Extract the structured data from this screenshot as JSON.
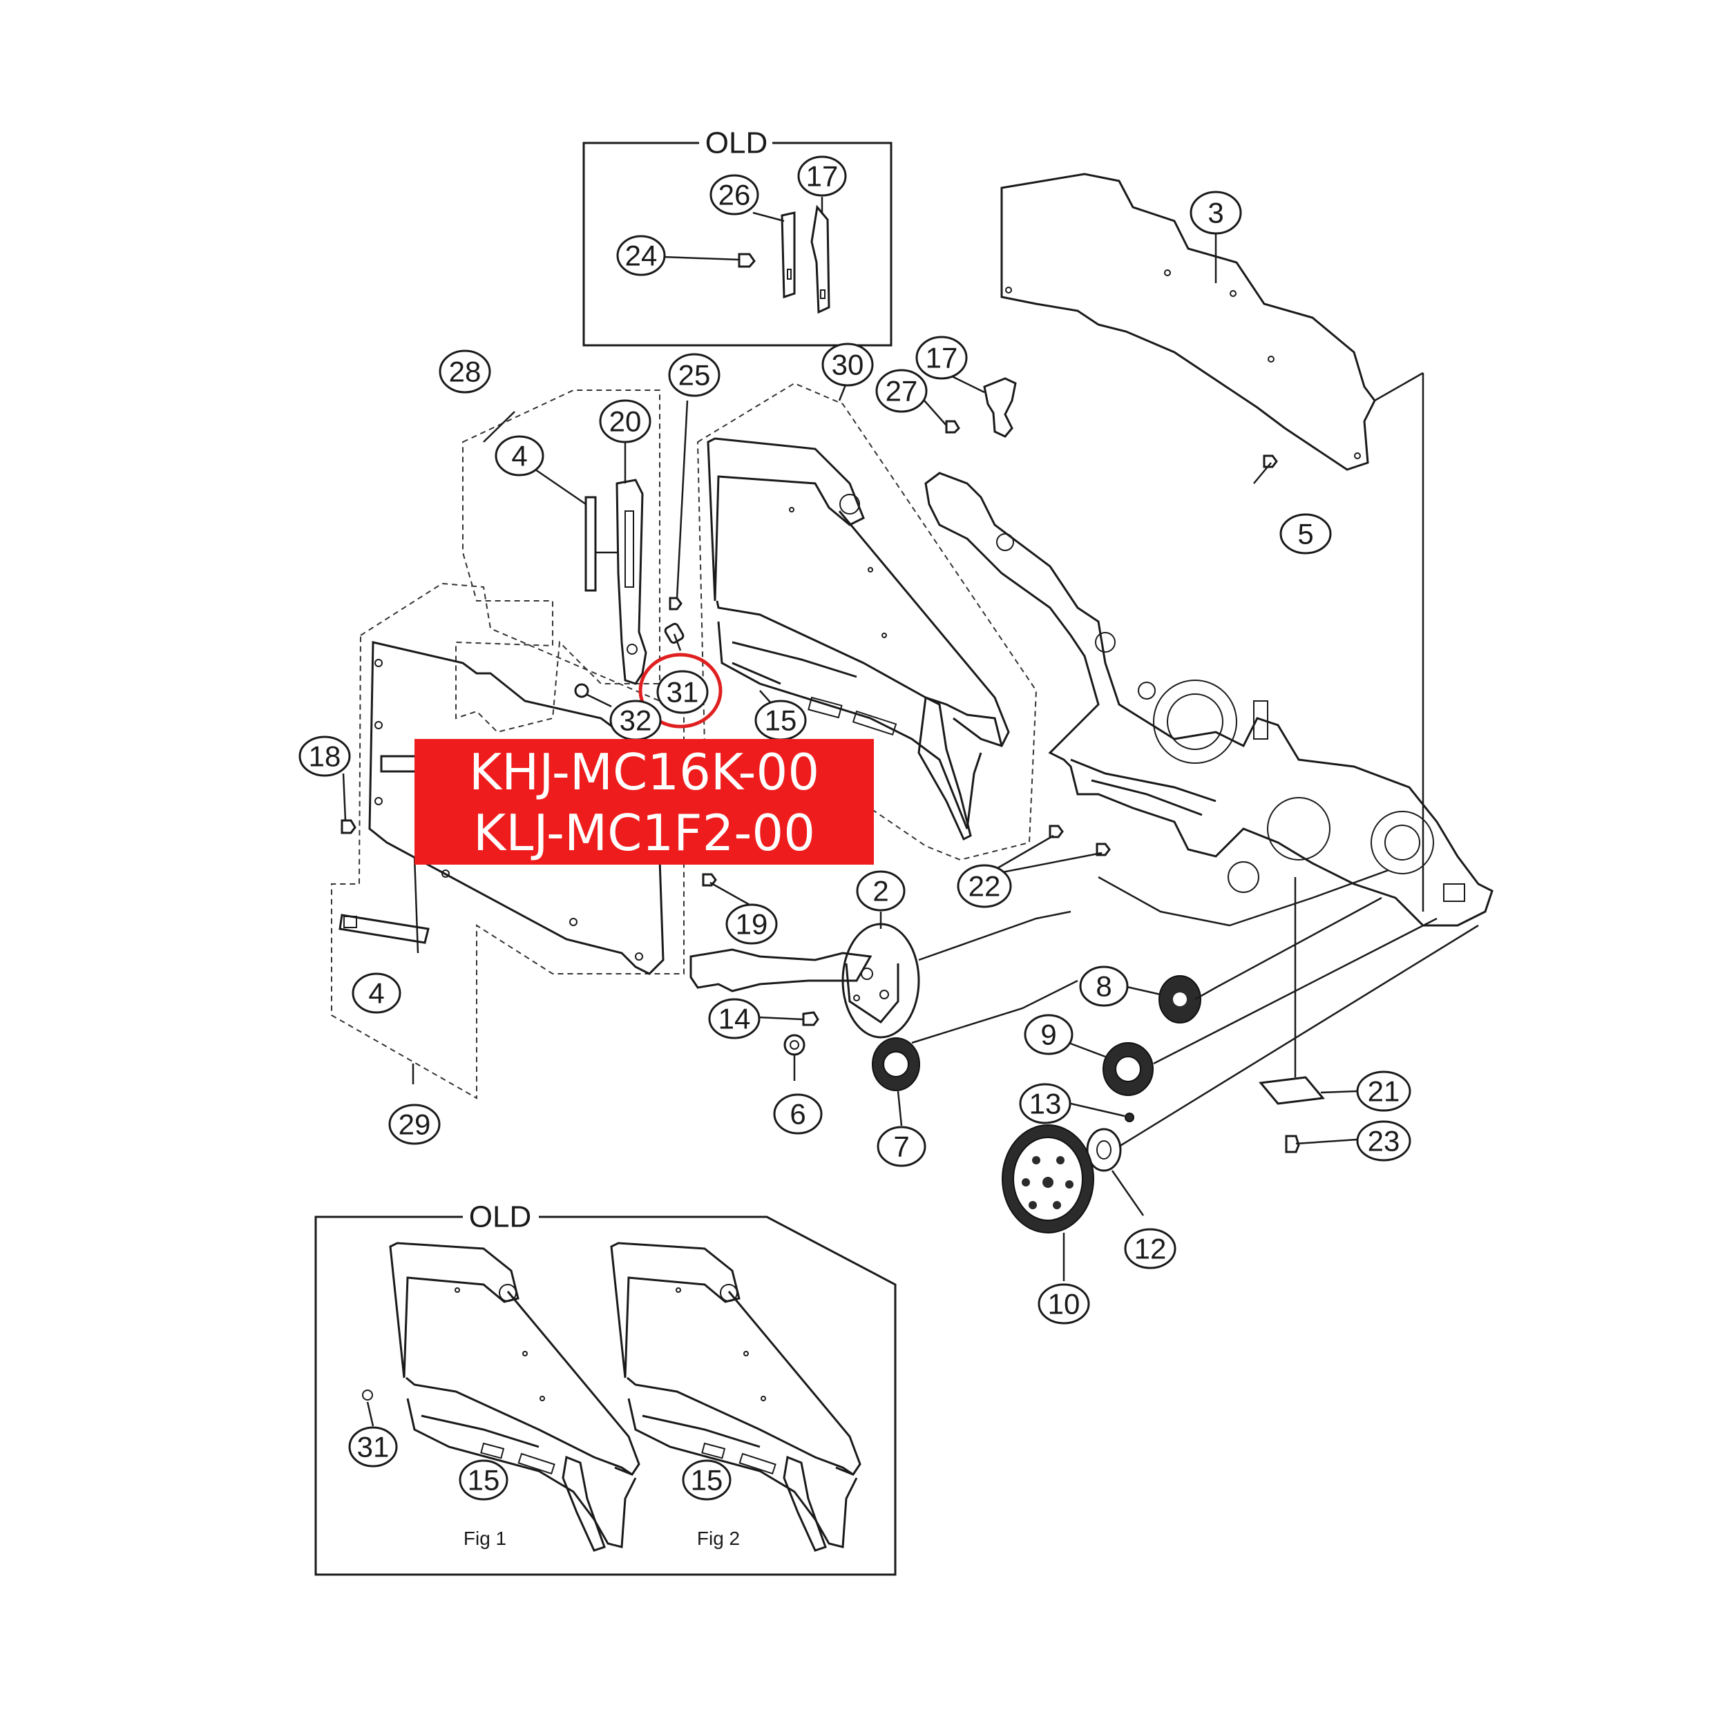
{
  "callouts": [
    {
      "id": "c17-old",
      "label": "17"
    },
    {
      "id": "c26",
      "label": "26"
    },
    {
      "id": "c24",
      "label": "24"
    },
    {
      "id": "c3",
      "label": "3"
    },
    {
      "id": "c28",
      "label": "28"
    },
    {
      "id": "c25",
      "label": "25"
    },
    {
      "id": "c30",
      "label": "30"
    },
    {
      "id": "c17",
      "label": "17"
    },
    {
      "id": "c27",
      "label": "27"
    },
    {
      "id": "c20",
      "label": "20"
    },
    {
      "id": "c4-top",
      "label": "4"
    },
    {
      "id": "c5",
      "label": "5"
    },
    {
      "id": "c31",
      "label": "31"
    },
    {
      "id": "c32",
      "label": "32"
    },
    {
      "id": "c15",
      "label": "15"
    },
    {
      "id": "c18",
      "label": "18"
    },
    {
      "id": "c22",
      "label": "22"
    },
    {
      "id": "c2",
      "label": "2"
    },
    {
      "id": "c19",
      "label": "19"
    },
    {
      "id": "c4-bottom",
      "label": "4"
    },
    {
      "id": "c8",
      "label": "8"
    },
    {
      "id": "c14",
      "label": "14"
    },
    {
      "id": "c9",
      "label": "9"
    },
    {
      "id": "c6",
      "label": "6"
    },
    {
      "id": "c13",
      "label": "13"
    },
    {
      "id": "c21",
      "label": "21"
    },
    {
      "id": "c29",
      "label": "29"
    },
    {
      "id": "c7",
      "label": "7"
    },
    {
      "id": "c23",
      "label": "23"
    },
    {
      "id": "c12",
      "label": "12"
    },
    {
      "id": "c10",
      "label": "10"
    },
    {
      "id": "c31-fig1",
      "label": "31"
    },
    {
      "id": "c15-fig1",
      "label": "15"
    },
    {
      "id": "c15-fig2",
      "label": "15"
    }
  ],
  "old_box_top_label": "OLD",
  "old_box_bottom_label": "OLD",
  "fig1_label": "Fig 1",
  "fig2_label": "Fig 2",
  "banner": {
    "line1": "KHJ-MC16K-00",
    "line2": "KLJ-MC1F2-00",
    "background": "#ee1c1c",
    "text_color": "#ffffff"
  },
  "highlight_color": "#e02020"
}
